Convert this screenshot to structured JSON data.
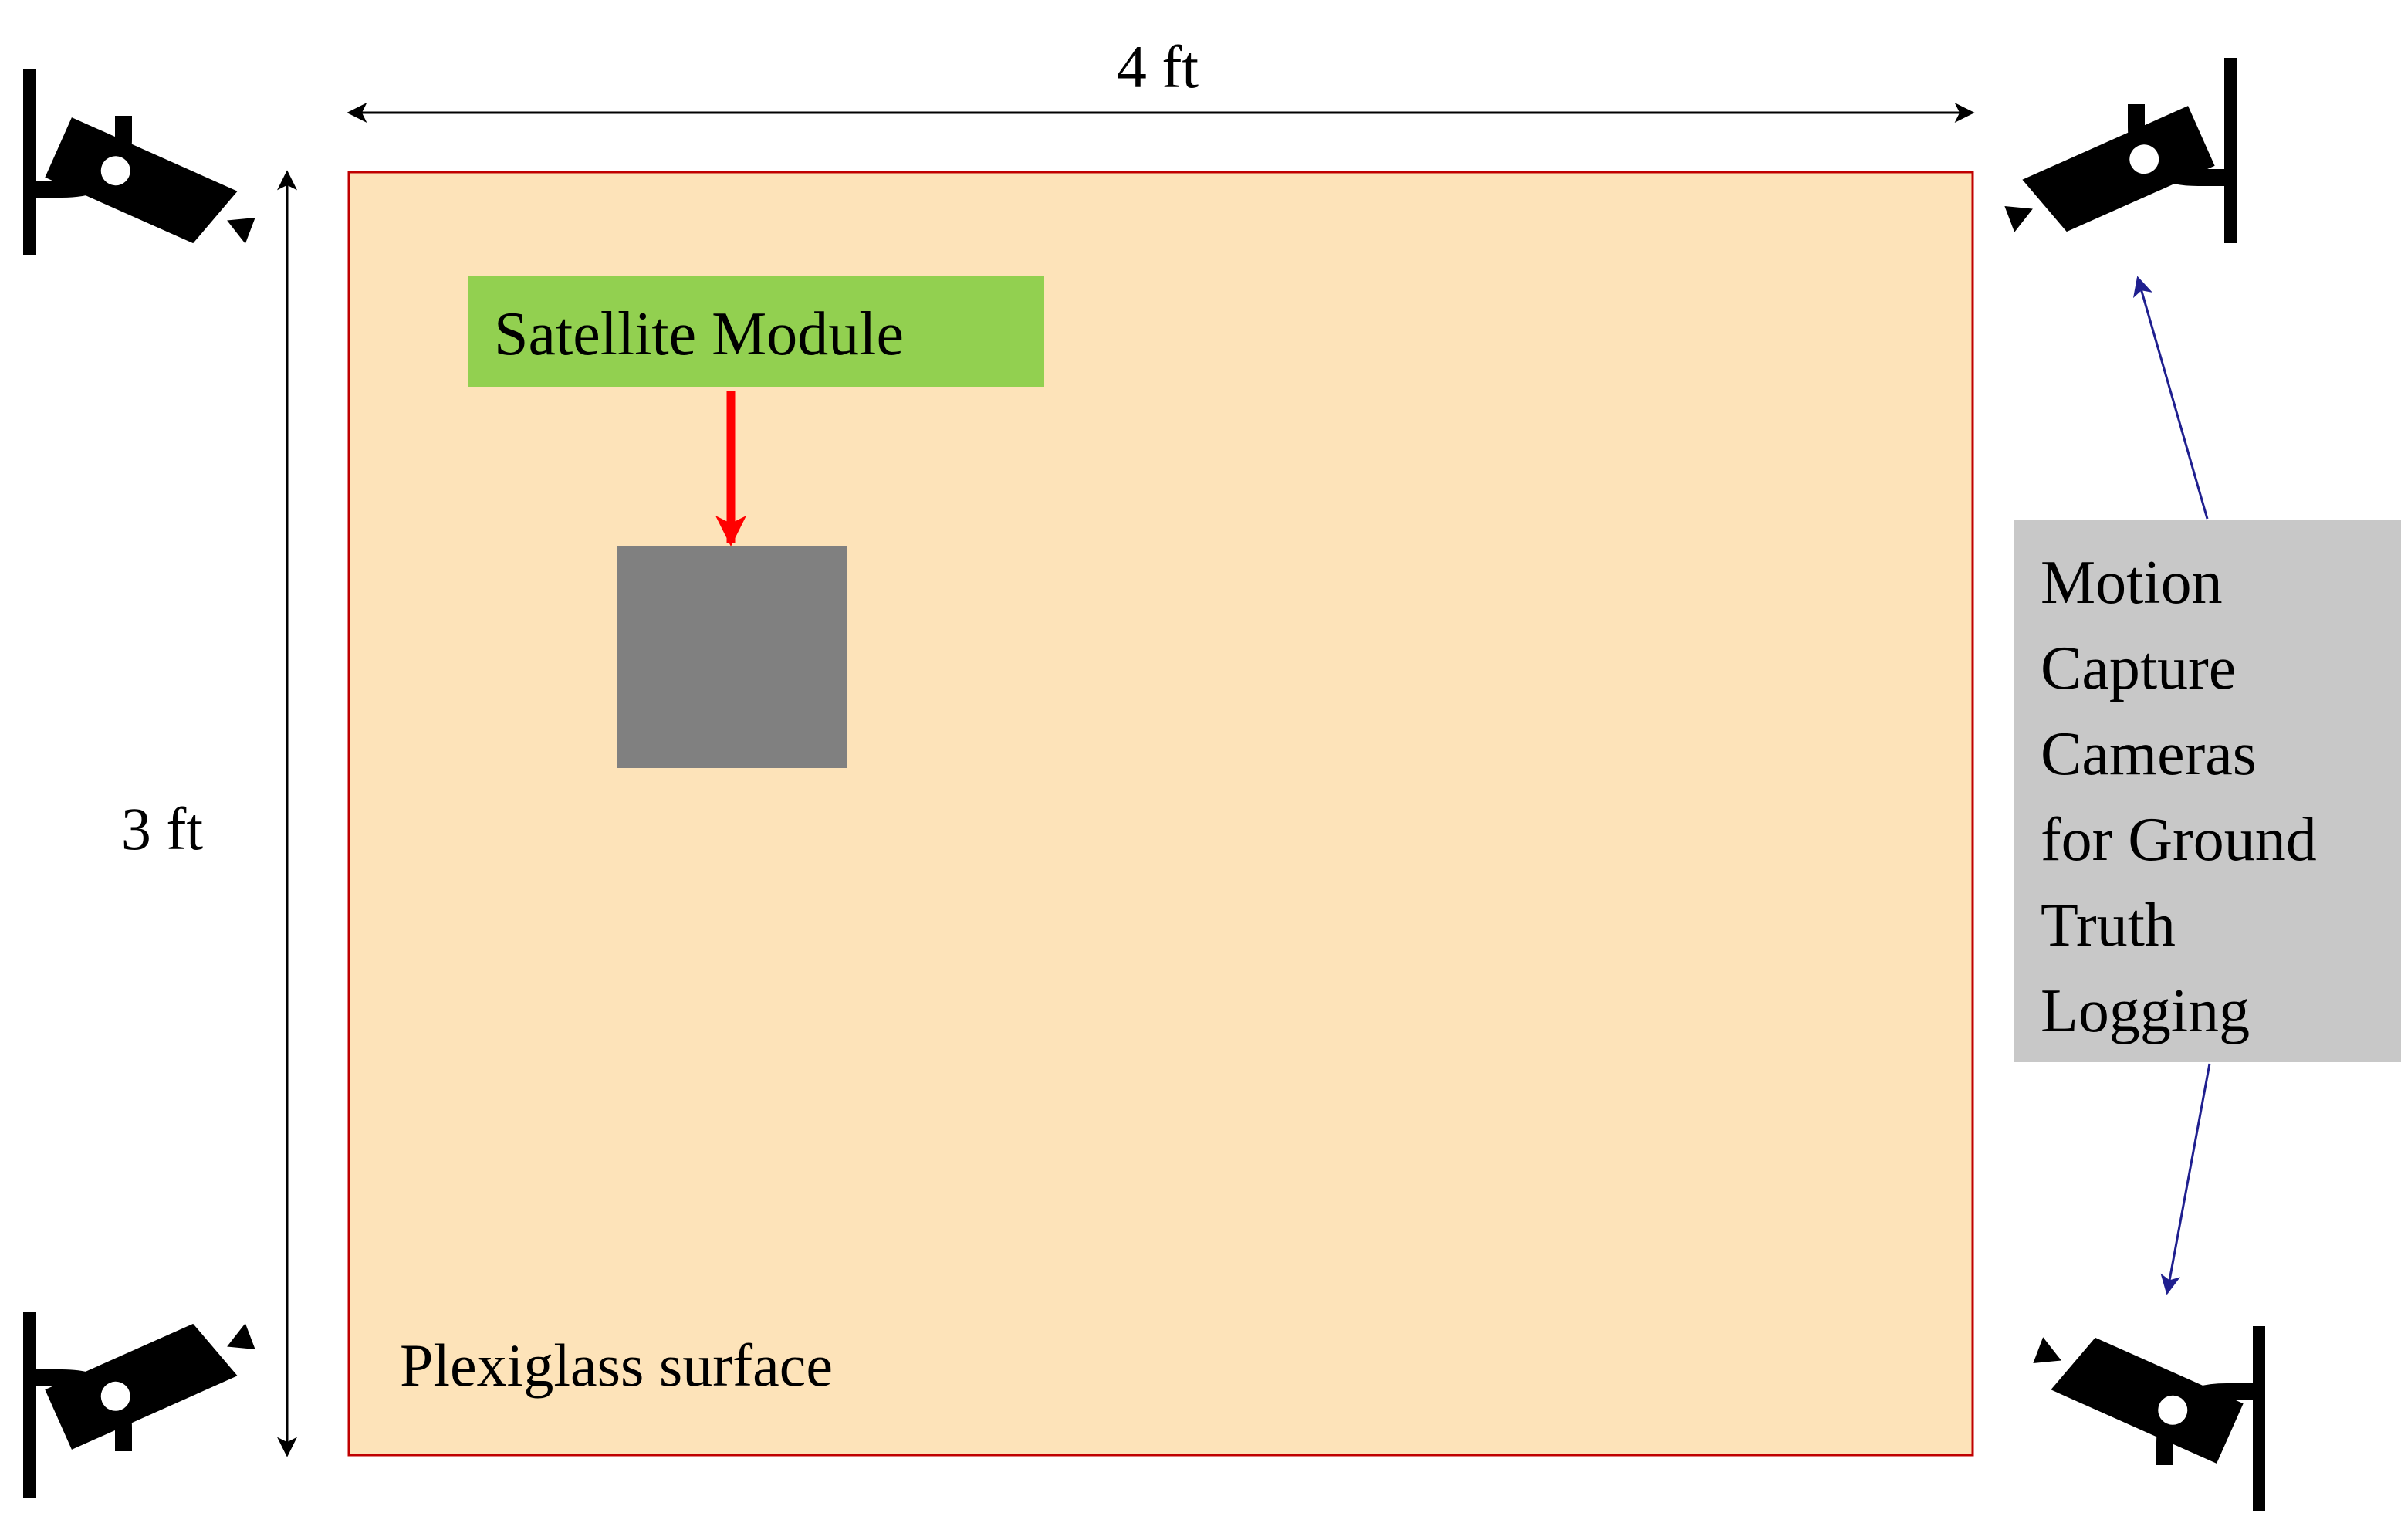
{
  "dimensions": {
    "width_label": "4 ft",
    "height_label": "3 ft"
  },
  "surface": {
    "label": "Plexiglass surface",
    "fill": "#fde3b9",
    "border": "#c00000"
  },
  "satellite": {
    "label": "Satellite Module",
    "label_fill": "#92d050",
    "body_fill": "#808080",
    "arrow_color": "#ff0000"
  },
  "cameras": {
    "icon": "security-camera-icon",
    "count": 4,
    "callout": "Motion\nCapture\nCameras\nfor Ground\nTruth\nLogging",
    "callout_fill": "#c8c8c8",
    "leader_color": "#1f1f8f"
  }
}
